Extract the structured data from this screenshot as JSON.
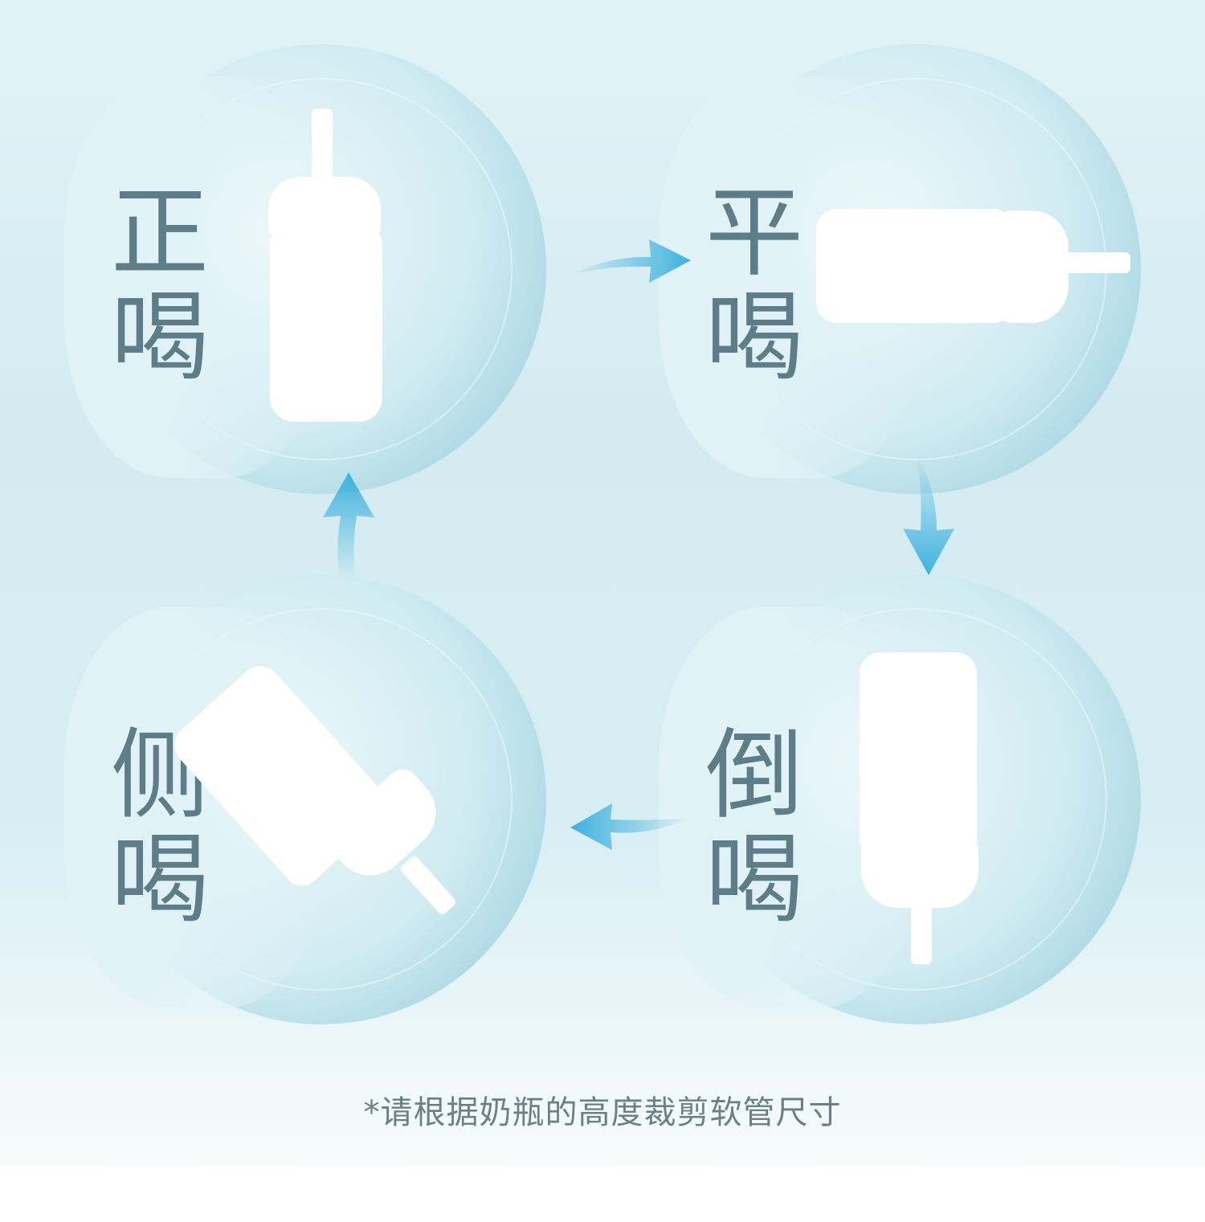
{
  "steps": [
    {
      "label": "正喝",
      "orientation": "upright"
    },
    {
      "label": "平喝",
      "orientation": "horizontal"
    },
    {
      "label": "倒喝",
      "orientation": "inverted"
    },
    {
      "label": "侧喝",
      "orientation": "tilted"
    }
  ],
  "footnote": "*请根据奶瓶的高度裁剪软管尺寸",
  "colors": {
    "arrow": "#3fb1de",
    "label": "#5d7e88",
    "disc_edge": "#86c4d6",
    "bottle": "#ffffff"
  }
}
